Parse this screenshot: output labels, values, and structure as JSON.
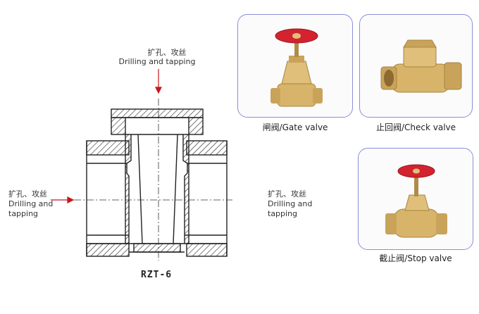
{
  "drawing": {
    "model": "RZT-6",
    "top_label": {
      "cn": "扩孔、攻丝",
      "en": "Drilling and tapping"
    },
    "left_label": {
      "cn": "扩孔、攻丝",
      "en1": "Drilling and",
      "en2": "tapping"
    },
    "right_label": {
      "cn": "扩孔、攻丝",
      "en1": "Drilling and",
      "en2": "tapping"
    },
    "arrow_color": "#c8161d"
  },
  "products": [
    {
      "caption": "闸阀/Gate valve",
      "icon": "gate-valve-photo"
    },
    {
      "caption": "止回阀/Check valve",
      "icon": "check-valve-photo"
    },
    {
      "caption": "截止阀/Stop valve",
      "icon": "stop-valve-photo"
    }
  ],
  "colors": {
    "card_border": "#8a8fd6",
    "brass": "#d8b46a",
    "handwheel": "#d2232f"
  }
}
